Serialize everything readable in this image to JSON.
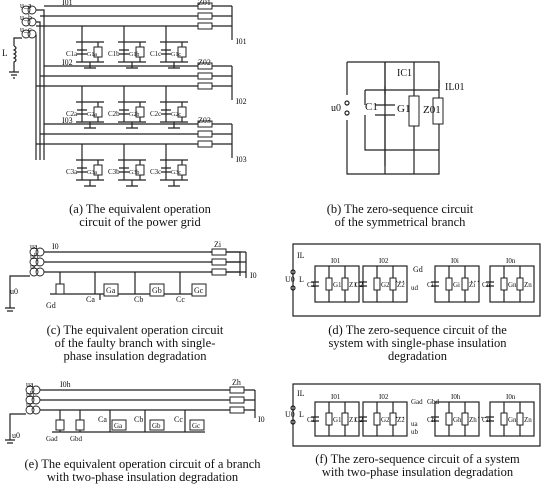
{
  "panel_a": {
    "caption": [
      "(a) The equivalent operation",
      "circuit of the power grid"
    ],
    "source_labels": [
      "u_a",
      "u_b",
      "u_c"
    ],
    "inductor_label": "L",
    "feeders": [
      {
        "current_top": "I01",
        "impedance": "Z01",
        "current_out": "I01",
        "caps": [
          [
            "C1a",
            "G1a"
          ],
          [
            "C1b",
            "G1b"
          ],
          [
            "C1c",
            "G1c"
          ]
        ]
      },
      {
        "current_top": "I02",
        "impedance": "Z02",
        "current_out": "I02",
        "caps": [
          [
            "C2a",
            "G2a"
          ],
          [
            "C2b",
            "G2b"
          ],
          [
            "C2c",
            "G2c"
          ]
        ]
      },
      {
        "current_top": "I03",
        "impedance": "Z03",
        "current_out": "I03",
        "caps": [
          [
            "C3a",
            "G3a"
          ],
          [
            "C3b",
            "G3b"
          ],
          [
            "C3c",
            "G3c"
          ]
        ]
      }
    ]
  },
  "panel_b": {
    "caption": [
      "(b) The zero-sequence circuit",
      "of the symmetrical branch"
    ],
    "source": "u0",
    "current_c": "IC1",
    "current_l": "IL01",
    "cap": "C1",
    "cond": "G1",
    "imp": "Z01"
  },
  "panel_c": {
    "caption": [
      "(c) The equivalent operation circuit",
      "of the faulty branch with single-",
      "phase insulation degradation"
    ],
    "labels": {
      "ua": "ua",
      "ub": "ub",
      "uc": "uc",
      "u0": "u0",
      "I0": "I0",
      "Z": "Zi",
      "Gd": "Gd",
      "Ca": "Ca",
      "Ga": "Ga",
      "Cb": "Cb",
      "Gb": "Gb",
      "Cc": "Cc",
      "Gc": "Gc",
      "Iout": "I0"
    }
  },
  "panel_d": {
    "caption": [
      "(d) The zero-sequence circuit of the",
      "system with single-phase insulation",
      "degradation"
    ],
    "labels": {
      "IL": "IL",
      "U0": "U0",
      "L": "L",
      "branches": [
        {
          "I": "I01",
          "C": "C1",
          "G": "G1",
          "Z": "Z1"
        },
        {
          "I": "I02",
          "C": "C2",
          "G": "G2",
          "Z": "Z2"
        },
        {
          "I": "I0i",
          "C": "Ci",
          "G": "Gi",
          "Z": "Zi"
        },
        {
          "I": "I0n",
          "C": "Cn",
          "G": "Gn",
          "Z": "Zn"
        }
      ],
      "Gd": "Gd",
      "ud": "ud",
      "dots": "…"
    }
  },
  "panel_e": {
    "caption": [
      "(e) The equivalent operation circuit of a branch",
      "with two-phase insulation degradation"
    ],
    "labels": {
      "ua": "ua",
      "ub": "ub",
      "uc": "uc",
      "u0": "u0",
      "I0": "I0h",
      "Z": "Zh",
      "Iout": "I0",
      "Gad": "Gad",
      "Gbd": "Gbd",
      "Ca": "Ca",
      "Ga": "Ga",
      "Cb": "Cb",
      "Gb": "Gb",
      "Cc": "Cc",
      "Gc": "Gc"
    }
  },
  "panel_f": {
    "caption": [
      "(f) The zero-sequence circuit of a system",
      "with two-phase insulation degradation"
    ],
    "labels": {
      "IL": "IL",
      "U0": "U0",
      "L": "L",
      "branches": [
        {
          "I": "I01",
          "C": "C1",
          "G": "G1",
          "Z": "Z1"
        },
        {
          "I": "I02",
          "C": "C2",
          "G": "G2",
          "Z": "Z2"
        },
        {
          "I": "I0h",
          "C": "Ch",
          "G": "Gh",
          "Z": "Zh"
        },
        {
          "I": "I0n",
          "C": "Cn",
          "G": "Gn",
          "Z": "Zn"
        }
      ],
      "Gad": "Gad",
      "Gbd": "Gbd",
      "ua": "ua",
      "ub": "ub",
      "dots": "…"
    }
  }
}
